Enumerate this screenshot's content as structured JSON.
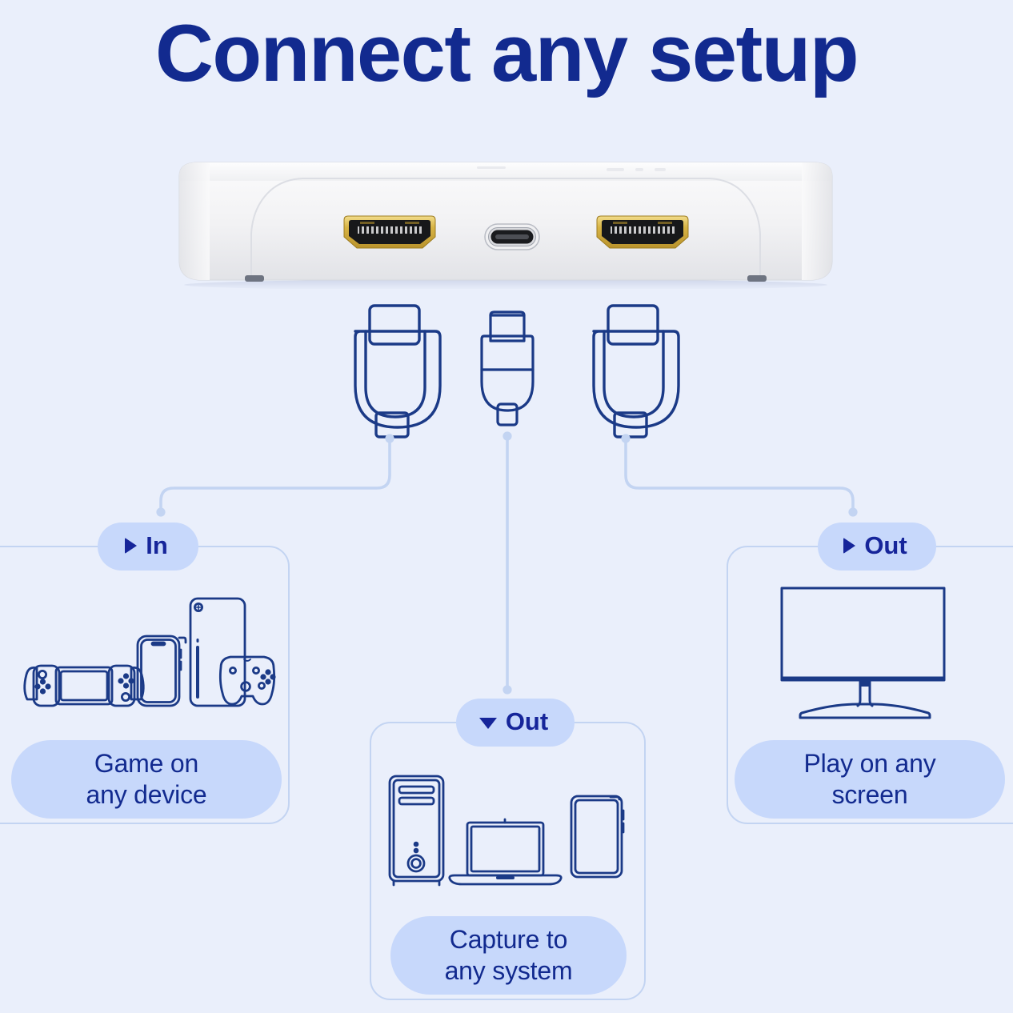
{
  "title": "Connect any setup",
  "colors": {
    "background": "#eaeffb",
    "navy": "#122a8f",
    "badge_bg": "#c7d8fb",
    "panel_border": "#c3d4f2",
    "line": "#c3d4f2",
    "port_gold": "#d9b33a"
  },
  "device": {
    "name": "HDMI capture card",
    "ports": [
      {
        "type": "hdmi",
        "label": "HDMI In"
      },
      {
        "type": "usb-c",
        "label": "USB-C Out"
      },
      {
        "type": "hdmi",
        "label": "HDMI Out"
      }
    ]
  },
  "connectors": [
    {
      "type": "hdmi-connector",
      "label": "HDMI cable connector"
    },
    {
      "type": "usbc-connector",
      "label": "USB-C cable connector"
    },
    {
      "type": "hdmi-connector",
      "label": "HDMI cable connector"
    }
  ],
  "panels": [
    {
      "id": "left",
      "badge": {
        "label": "In",
        "arrow": "right"
      },
      "caption": "Game on\nany device",
      "devices": [
        "handheld-console",
        "smartphone",
        "game-console",
        "game-controller"
      ]
    },
    {
      "id": "middle",
      "badge": {
        "label": "Out",
        "arrow": "down"
      },
      "caption": "Capture to\nany system",
      "devices": [
        "desktop-tower",
        "laptop",
        "tablet"
      ]
    },
    {
      "id": "right",
      "badge": {
        "label": "Out",
        "arrow": "right"
      },
      "caption": "Play on any\nscreen",
      "devices": [
        "monitor"
      ]
    }
  ]
}
